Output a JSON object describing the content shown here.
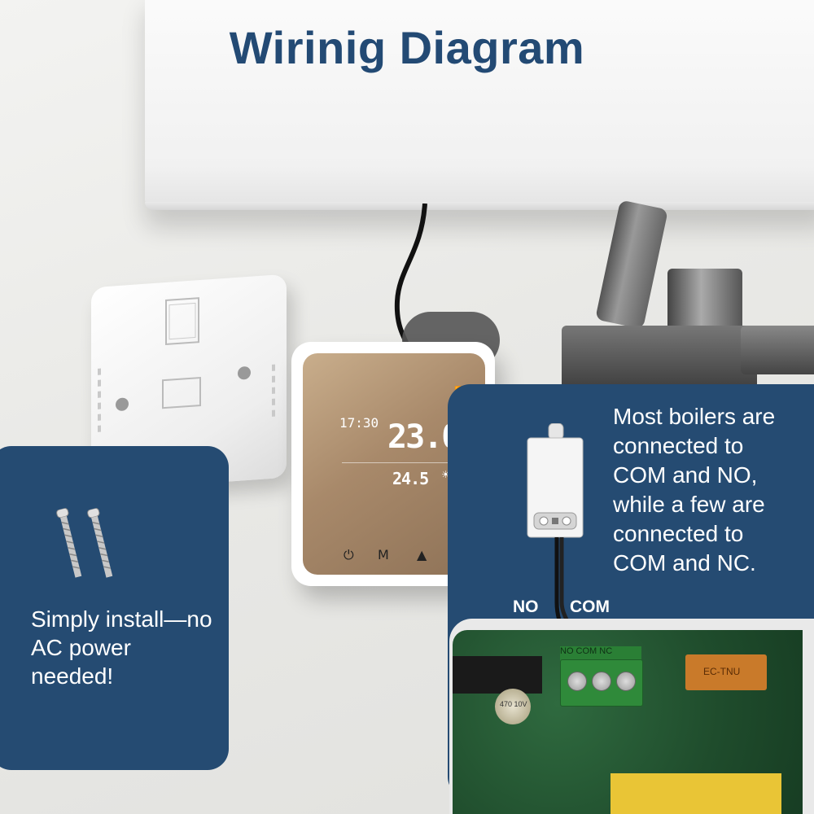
{
  "title": "Wirinig Diagram",
  "left_panel": {
    "text": "Simply install—no AC power needed!"
  },
  "right_panel": {
    "text": "Most boilers are connected to COM and NO, while a few are connected to COM and NC."
  },
  "wire_labels": {
    "no": "NO",
    "com": "COM"
  },
  "thermostat": {
    "time": "17:30",
    "set_temp": "23.0",
    "room_temp": "24.5",
    "buttons": [
      "⏻",
      "M",
      "▲",
      "▼"
    ]
  },
  "terminal_block": {
    "label": "NO COM NC"
  },
  "relay_text": "EC-TNU",
  "capacitor_text": "470 10V",
  "colors": {
    "title": "#234a74",
    "panel": "#254b72",
    "text_on_panel": "#ffffff"
  },
  "icons": [
    "screw-icon",
    "wifi-icon",
    "power-icon",
    "boiler-icon",
    "sun-icon",
    "flame-icon"
  ]
}
